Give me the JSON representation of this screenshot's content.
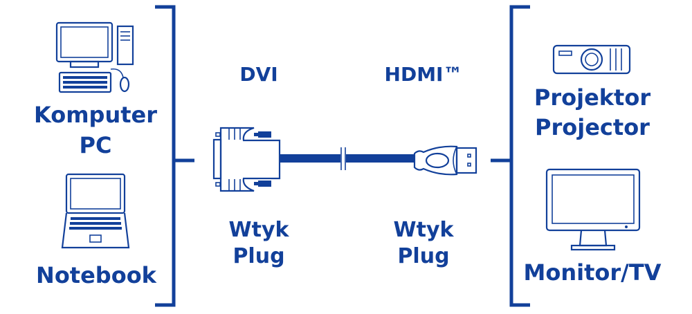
{
  "colors": {
    "primary": "#12409a"
  },
  "left": {
    "computer_line1": "Komputer",
    "computer_line2": "PC",
    "notebook": "Notebook",
    "icons": [
      "desktop-computer-icon",
      "laptop-icon"
    ]
  },
  "middle": {
    "dvi_title": "DVI",
    "hdmi_title": "HDMI™",
    "dvi_plug_line1": "Wtyk",
    "dvi_plug_line2": "Plug",
    "hdmi_plug_line1": "Wtyk",
    "hdmi_plug_line2": "Plug"
  },
  "right": {
    "projector_line1": "Projektor",
    "projector_line2": "Projector",
    "monitor": "Monitor/TV",
    "icons": [
      "projector-icon",
      "monitor-icon"
    ]
  }
}
